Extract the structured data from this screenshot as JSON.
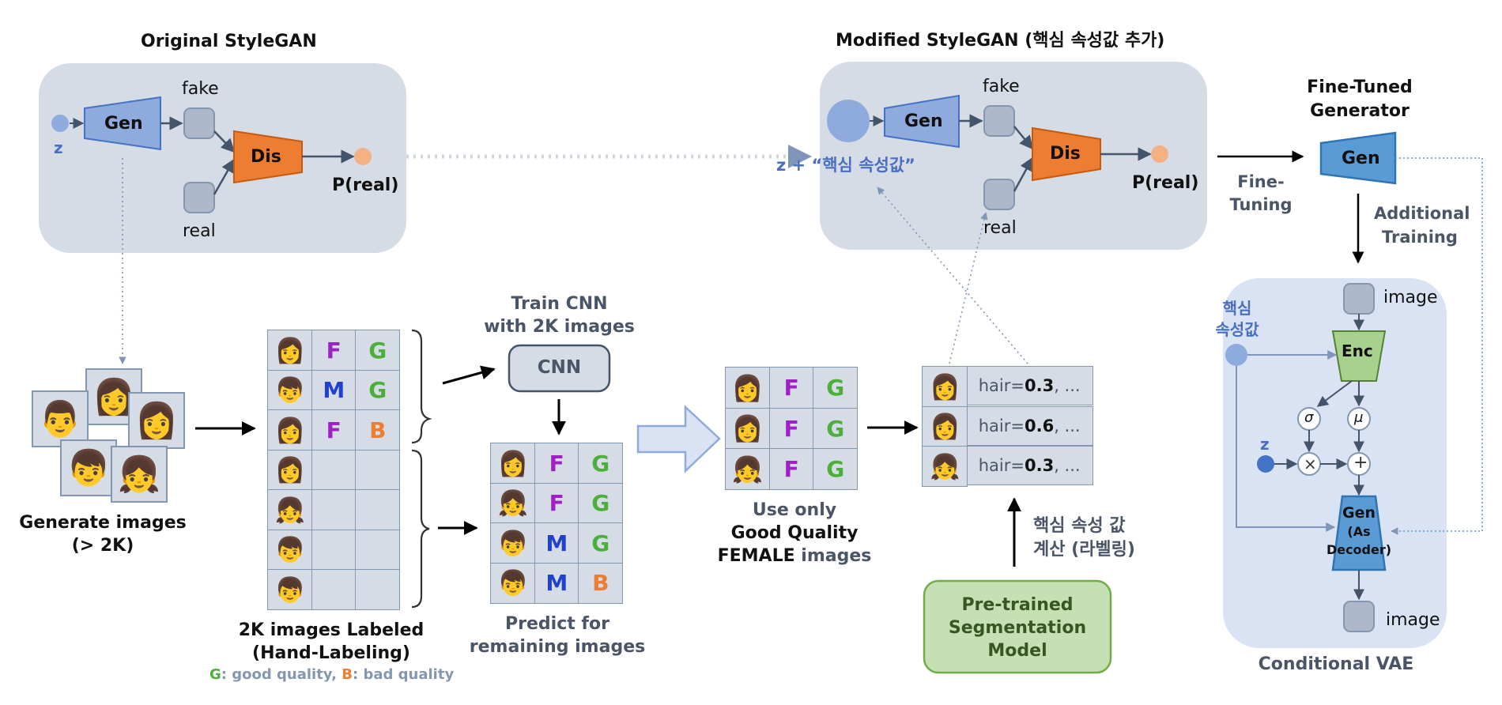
{
  "original": {
    "title": "Original StyleGAN",
    "gen": "Gen",
    "dis": "Dis",
    "fake": "fake",
    "real": "real",
    "z": "z",
    "preal": "P(real)"
  },
  "modified": {
    "title": "Modified StyleGAN (핵심 속성값 추가)",
    "gen": "Gen",
    "dis": "Dis",
    "fake": "fake",
    "real": "real",
    "zattr": "z + “핵심 속성값”",
    "preal": "P(real)"
  },
  "finetuned": {
    "title_line1": "Fine-Tuned",
    "title_line2": "Generator",
    "gen": "Gen",
    "arrow_line1": "Fine-",
    "arrow_line2": "Tuning",
    "additional_line1": "Additional",
    "additional_line2": "Training"
  },
  "generate": {
    "line1": "Generate images",
    "line2": "(> 2K)"
  },
  "labeled": {
    "rows": [
      [
        "F",
        "G"
      ],
      [
        "M",
        "G"
      ],
      [
        "F",
        "B"
      ],
      [
        "",
        ""
      ],
      [
        "",
        ""
      ],
      [
        "",
        ""
      ],
      [
        "",
        ""
      ]
    ],
    "caption_line1": "2K images Labeled",
    "caption_line2": "(Hand-Labeling)",
    "legend_g": "G",
    "legend_g_text": ": good quality,",
    "legend_b": "B",
    "legend_b_text": ": bad quality"
  },
  "cnn": {
    "label_line1": "Train CNN",
    "label_line2": "with 2K images",
    "box": "CNN"
  },
  "predict": {
    "rows": [
      [
        "F",
        "G"
      ],
      [
        "F",
        "G"
      ],
      [
        "M",
        "G"
      ],
      [
        "M",
        "B"
      ]
    ],
    "caption_line1": "Predict for",
    "caption_line2": "remaining images"
  },
  "goodfemale": {
    "rows": [
      [
        "F",
        "G"
      ],
      [
        "F",
        "G"
      ],
      [
        "F",
        "G"
      ]
    ],
    "caption_line1": "Use only",
    "caption_line2": "Good Quality",
    "caption_line3_a": "FEMALE",
    "caption_line3_b": " images"
  },
  "attr": {
    "rows": [
      {
        "pre": "hair=",
        "val": "0.3",
        "post": ", ..."
      },
      {
        "pre": "hair=",
        "val": "0.6",
        "post": ", ..."
      },
      {
        "pre": "hair=",
        "val": "0.3",
        "post": ", ..."
      }
    ],
    "compute_line1": "핵심 속성 값",
    "compute_line2": "계산 (라벨링)"
  },
  "segmentation": {
    "line1": "Pre-trained",
    "line2": "Segmentation",
    "line3": "Model"
  },
  "cvae": {
    "title": "Conditional VAE",
    "image_top": "image",
    "image_bottom": "image",
    "attr_line1": "핵심",
    "attr_line2": "속성값",
    "enc": "Enc",
    "sigma": "σ",
    "mu": "μ",
    "z": "z",
    "times": "×",
    "plus": "+",
    "gen_line1": "Gen",
    "gen_line2": "(As",
    "gen_line3": "Decoder)"
  },
  "colors": {
    "gen": "#8faadc",
    "dis": "#ed7d31",
    "panel": "#d6dce5",
    "green": "#4caf3a",
    "purple": "#a020c8",
    "mblue": "#2040d0",
    "orange": "#ed7d31",
    "segfill": "#c5e0b4"
  }
}
